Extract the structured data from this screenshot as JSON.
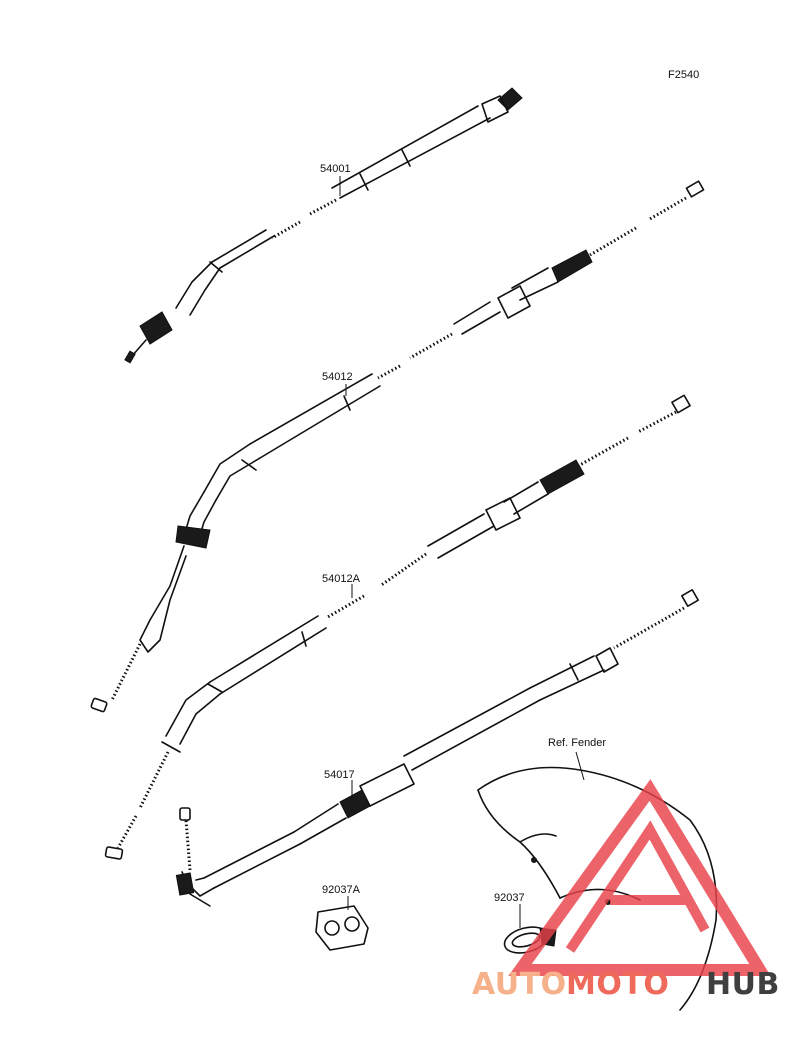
{
  "figure_code": "F2540",
  "parts": {
    "p54001": "54001",
    "p54012": "54012",
    "p54012A": "54012A",
    "p54017": "54017",
    "p92037A": "92037A",
    "p92037": "92037",
    "ref_fender": "Ref. Fender"
  },
  "watermark": {
    "part1": "AUTO",
    "part2": "MOTO",
    "part3": "HUB",
    "color_light": "#f6b08a",
    "color_mid": "#ef6a5a",
    "color_dark": "#3f3f3f",
    "logo_color": "#e8424a"
  }
}
